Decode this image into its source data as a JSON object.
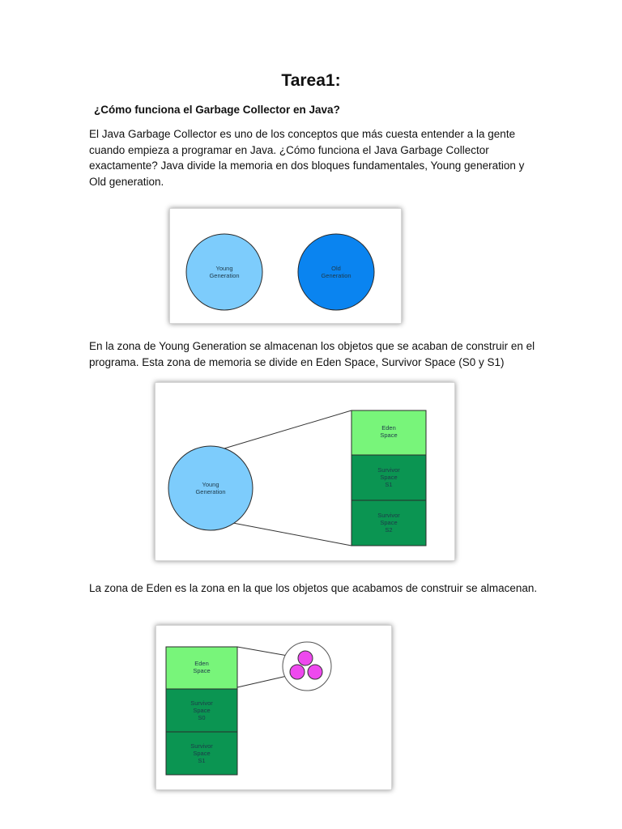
{
  "title": "Tarea1:",
  "subtitle": "¿Cómo funciona el Garbage Collector en Java?",
  "paragraphs": [
    "El Java Garbage Collector es uno de los conceptos que más cuesta entender a la gente cuando empieza a programar en Java. ¿Cómo funciona el Java Garbage Collector exactamente? Java divide la memoria en dos bloques fundamentales, Young generation y Old generation.",
    "En la zona de Young Generation se almacenan los objetos que se acaban de construir en el programa. Esta zona de memoria se divide en Eden Space, Survivor Space (S0 y S1)",
    "La zona de Eden es la zona en la que los objetos que acabamos de construir se almacenan."
  ],
  "figure1": {
    "young": [
      "Young",
      "Generation"
    ],
    "old": [
      "Old",
      "Generation"
    ]
  },
  "figure2": {
    "young": [
      "Young",
      "Generation"
    ],
    "eden": [
      "Eden",
      "Space"
    ],
    "s1": [
      "Survivor",
      "Space",
      "S1"
    ],
    "s2": [
      "Survivor",
      "Space",
      "S2"
    ]
  },
  "figure3": {
    "eden": [
      "Eden",
      "Space"
    ],
    "s0": [
      "Survivor",
      "Space",
      "S0"
    ],
    "s1": [
      "Survivor",
      "Space",
      "S1"
    ]
  },
  "colors": {
    "young_fill": "#7dccfc",
    "old_fill": "#0a84f0",
    "eden_fill": "#78f57a",
    "survivor_fill": "#0b9552",
    "object_fill": "#ee49ee"
  }
}
